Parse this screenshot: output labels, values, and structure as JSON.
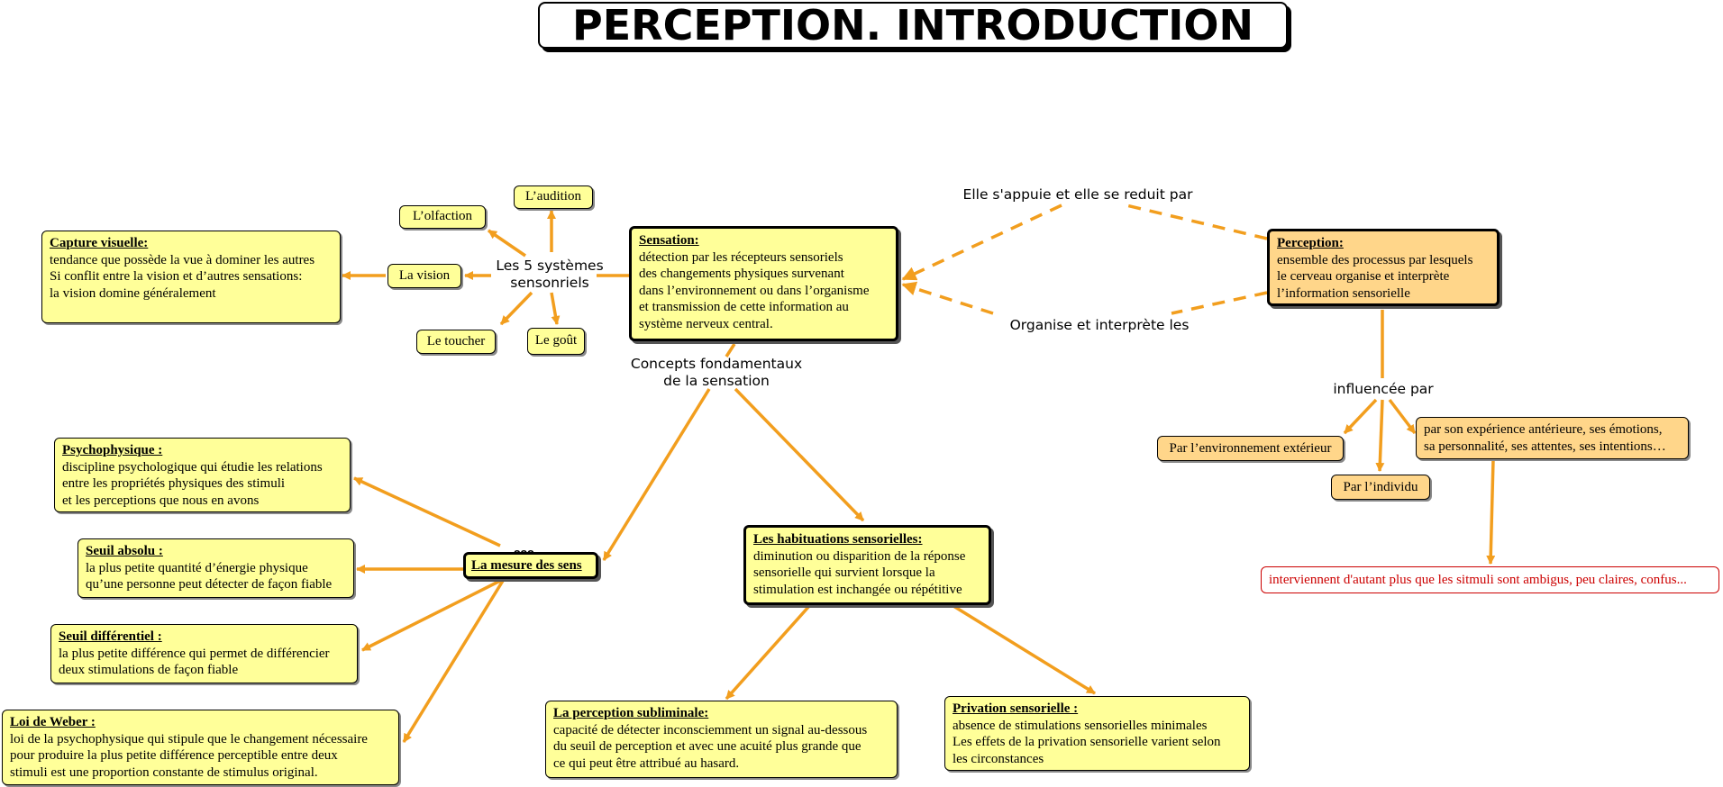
{
  "title": "PERCEPTION. INTRODUCTION",
  "colors": {
    "arrow": "#f29e1e",
    "node_fill": "#ffff99",
    "perception_fill": "#ffd68a",
    "conclusion_text": "#cc0000"
  },
  "nodes": {
    "perception": {
      "title": "Perception:",
      "lines": [
        "ensemble des processus par lesquels",
        "le cerveau organise et interprète",
        "  l’information sensorielle"
      ]
    },
    "sensation": {
      "title": "Sensation:",
      "lines": [
        "détection par les récepteurs sensoriels",
        "des changements physiques survenant",
        "dans l’environnement ou dans l’organisme",
        "et transmission de cette information au",
        "système nerveux central."
      ]
    },
    "capture": {
      "title": "Capture visuelle:",
      "lines": [
        "tendance que possède la vue à dominer les autres",
        "Si conflit entre la vision et d’autres sensations:",
        "la vision domine généralement"
      ]
    },
    "audition": "L’audition",
    "olfaction": "L’olfaction",
    "vision": "La vision",
    "toucher": "Le toucher",
    "gout": "Le goût",
    "mesure": "La mesure des sens",
    "psychophysique": {
      "title": "Psychophysique :",
      "lines": [
        "discipline psychologique qui étudie les relations",
        "entre les propriétés physiques des stimuli",
        "et les perceptions que nous en avons"
      ]
    },
    "seuil_absolu": {
      "title": "Seuil absolu :",
      "lines": [
        "la plus petite quantité d’énergie physique",
        "qu’une personne peut détecter de façon fiable"
      ]
    },
    "seuil_diff": {
      "title": "Seuil différentiel :",
      "lines": [
        "la plus petite différence qui permet de différencier",
        "deux stimulations de façon fiable"
      ]
    },
    "weber": {
      "title": "Loi de Weber :",
      "lines": [
        "loi de la psychophysique qui stipule que le changement nécessaire",
        "pour produire la plus petite différence perceptible entre deux",
        "stimuli est une proportion constante de stimulus original."
      ]
    },
    "habituations": {
      "title": "Les habituations sensorielles:",
      "lines": [
        "diminution ou disparition de la réponse",
        "sensorielle qui survient lorsque la",
        "stimulation est inchangée ou répétitive"
      ]
    },
    "subliminale": {
      "title": "La perception subliminale:",
      "lines": [
        "capacité de détecter inconsciemment un signal au-dessous",
        "du seuil de perception et avec une acuité plus grande que",
        " ce qui peut être attribué au hasard."
      ]
    },
    "privation": {
      "title": "Privation sensorielle :",
      "lines": [
        "absence de stimulations sensorielles minimales",
        "Les effets de la privation sensorielle varient selon",
        "les circonstances"
      ]
    },
    "environnement": "Par l’environnement extérieur",
    "individu": "Par l’individu",
    "experience": {
      "lines": [
        "par son expérience antérieure, ses émotions,",
        "sa personnalité, ses attentes, ses intentions…"
      ]
    },
    "ambigus": "interviennent d'autant plus que les sitmuli sont ambigus, peu claires, confus..."
  },
  "labels": {
    "appuie": [
      "Elle s'appuie et elle se reduit par"
    ],
    "organise": [
      "Organise et interprète les"
    ],
    "systemes": [
      "Les 5 systèmes",
      "sensonriels"
    ],
    "concepts": [
      "Concepts fondamentaux",
      "de la sensation"
    ],
    "influencee": [
      "influencée par"
    ]
  },
  "dots": "ooo"
}
